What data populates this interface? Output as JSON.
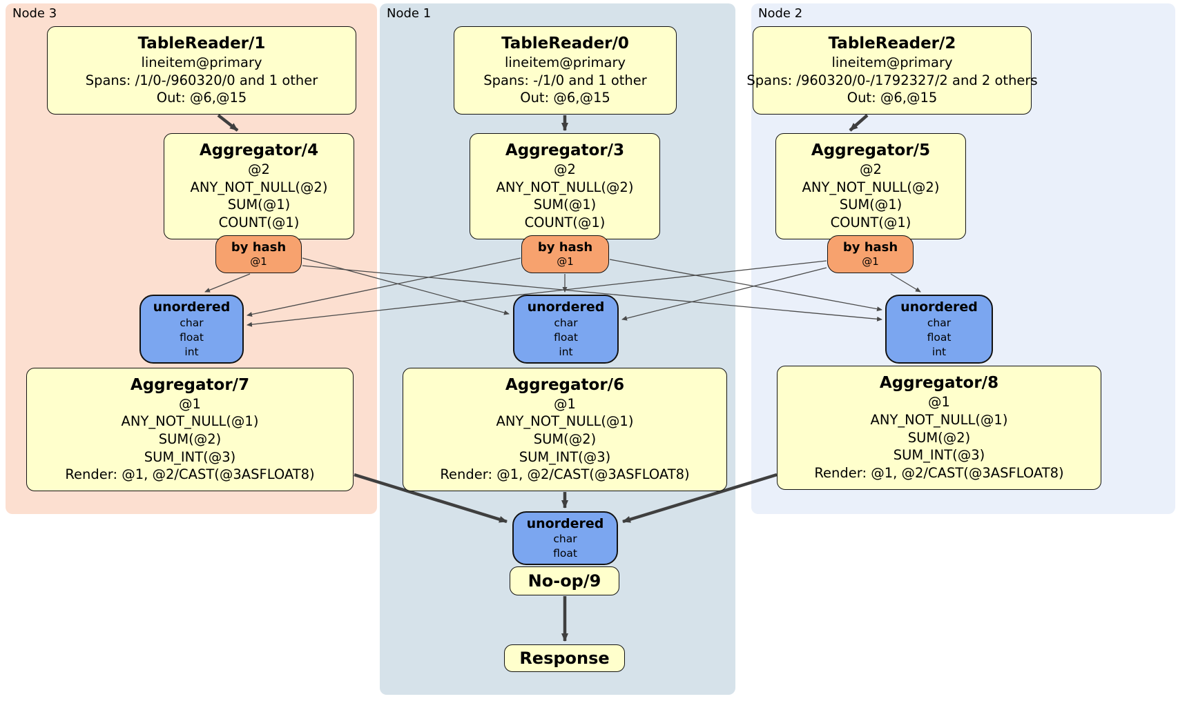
{
  "diagram": {
    "node_groups": [
      {
        "label": "Node 3"
      },
      {
        "label": "Node 1"
      },
      {
        "label": "Node 2"
      }
    ]
  },
  "processors": {
    "tablereader1": {
      "title": "TableReader/1",
      "lines": [
        "lineitem@primary",
        "Spans: /1/0-/960320/0 and 1 other",
        "Out: @6,@15"
      ]
    },
    "tablereader0": {
      "title": "TableReader/0",
      "lines": [
        "lineitem@primary",
        "Spans: -/1/0 and 1 other",
        "Out: @6,@15"
      ]
    },
    "tablereader2": {
      "title": "TableReader/2",
      "lines": [
        "lineitem@primary",
        "Spans: /960320/0-/1792327/2 and 2 others",
        "Out: @6,@15"
      ]
    },
    "aggregator4": {
      "title": "Aggregator/4",
      "lines": [
        "@2",
        "ANY_NOT_NULL(@2)",
        "SUM(@1)",
        "COUNT(@1)"
      ]
    },
    "aggregator3": {
      "title": "Aggregator/3",
      "lines": [
        "@2",
        "ANY_NOT_NULL(@2)",
        "SUM(@1)",
        "COUNT(@1)"
      ]
    },
    "aggregator5": {
      "title": "Aggregator/5",
      "lines": [
        "@2",
        "ANY_NOT_NULL(@2)",
        "SUM(@1)",
        "COUNT(@1)"
      ]
    },
    "router_left": {
      "title": "by hash",
      "lines": [
        "@1"
      ]
    },
    "router_center": {
      "title": "by hash",
      "lines": [
        "@1"
      ]
    },
    "router_right": {
      "title": "by hash",
      "lines": [
        "@1"
      ]
    },
    "sync_left": {
      "title": "unordered",
      "lines": [
        "char",
        "float",
        "int"
      ]
    },
    "sync_center": {
      "title": "unordered",
      "lines": [
        "char",
        "float",
        "int"
      ]
    },
    "sync_right": {
      "title": "unordered",
      "lines": [
        "char",
        "float",
        "int"
      ]
    },
    "aggregator7": {
      "title": "Aggregator/7",
      "lines": [
        "@1",
        "ANY_NOT_NULL(@1)",
        "SUM(@2)",
        "SUM_INT(@3)",
        "Render: @1, @2/CAST(@3ASFLOAT8)"
      ]
    },
    "aggregator6": {
      "title": "Aggregator/6",
      "lines": [
        "@1",
        "ANY_NOT_NULL(@1)",
        "SUM(@2)",
        "SUM_INT(@3)",
        "Render: @1, @2/CAST(@3ASFLOAT8)"
      ]
    },
    "aggregator8": {
      "title": "Aggregator/8",
      "lines": [
        "@1",
        "ANY_NOT_NULL(@1)",
        "SUM(@2)",
        "SUM_INT(@3)",
        "Render: @1, @2/CAST(@3ASFLOAT8)"
      ]
    },
    "sync_final": {
      "title": "unordered",
      "lines": [
        "char",
        "float"
      ]
    },
    "noop9": {
      "title": "No-op/9"
    },
    "response": {
      "title": "Response"
    }
  },
  "colors": {
    "node3_bg": "#fcdfd0",
    "node1_bg": "#d6e2ea",
    "node2_bg": "#eaf0fa",
    "processor_fill": "#ffffcc",
    "router_fill": "#f7a26e",
    "sync_fill": "#7ba6f0",
    "edge_thick": "#3f3f3f",
    "edge_thin": "#4a4a4a",
    "border": "#111111"
  }
}
